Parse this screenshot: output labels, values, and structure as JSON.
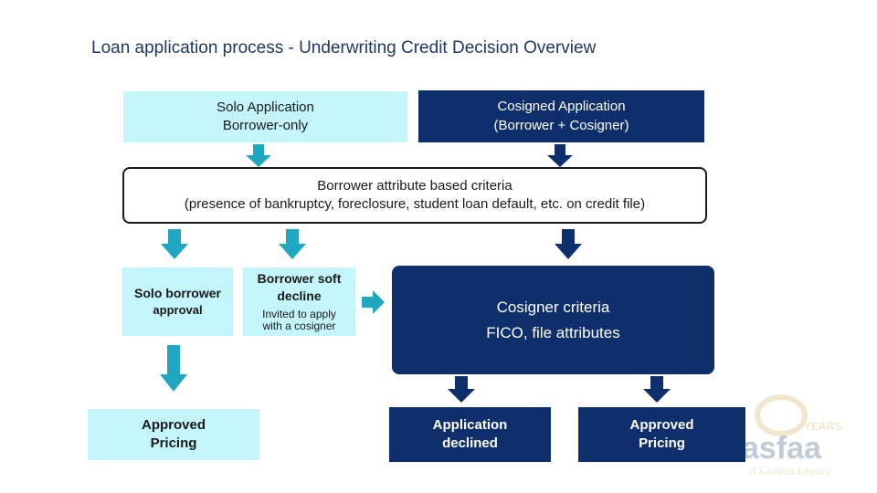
{
  "title": "Loan application process - Underwriting Credit Decision Overview",
  "solo_application": {
    "line1": "Solo Application",
    "line2": "Borrower-only"
  },
  "cosigned_application": {
    "line1": "Cosigned Application",
    "line2": "(Borrower + Cosigner)"
  },
  "borrower_criteria": {
    "line1": "Borrower attribute based criteria",
    "line2": "(presence of bankruptcy, foreclosure, student loan default, etc. on credit file)"
  },
  "solo_approval": {
    "line1": "Solo borrower",
    "line2": "approval"
  },
  "soft_decline": {
    "line1": "Borrower soft",
    "line2": "decline",
    "line3": "Invited to apply",
    "line4": "with a cosigner"
  },
  "cosigner_criteria": {
    "line1": "Cosigner criteria",
    "line2": "FICO, file attributes"
  },
  "approved_pricing_left": {
    "line1": "Approved",
    "line2": "Pricing"
  },
  "application_declined": {
    "line1": "Application",
    "line2": "declined"
  },
  "approved_pricing_right": {
    "line1": "Approved",
    "line2": "Pricing"
  },
  "watermark": {
    "line1": "YEARS",
    "line2": "asfaa",
    "line3": "A Golden Legacy"
  },
  "colors": {
    "light_box": "#c3f5fa",
    "dark_box": "#0e2f6b",
    "light_arrow": "#1fa8bf",
    "dark_arrow": "#0e2f6b",
    "title": "#1f3864"
  }
}
